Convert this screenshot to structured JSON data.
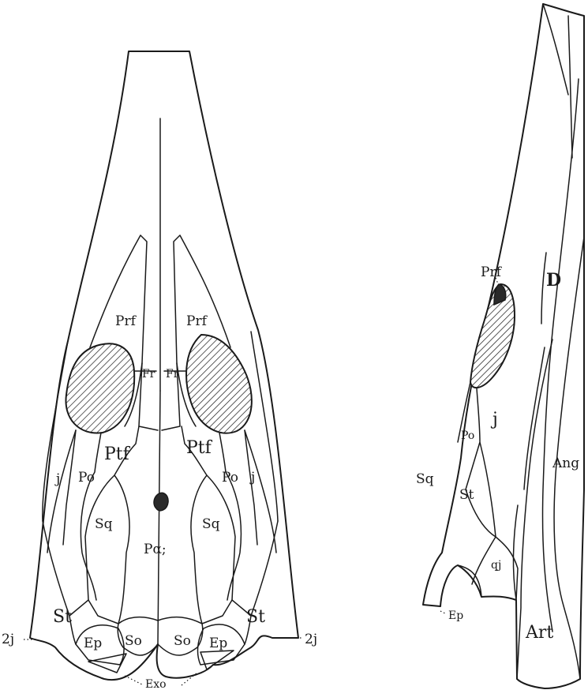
{
  "skull_dorsal": {
    "labels": {
      "prf_left": "Prf",
      "prf_right": "Prf",
      "fr_left": "Fr",
      "fr_right": "Fr",
      "ptf_left": "Ptf",
      "ptf_right": "Ptf",
      "j_left": "j",
      "j_right": "j",
      "po_left": "Po",
      "po_right": "Po",
      "sq_left": "Sq",
      "sq_right": "Sq",
      "pa": "Pα;",
      "st_left": "St",
      "st_right": "St",
      "qj_left": "2j",
      "qj_right": "2j",
      "so_left": "So",
      "so_right": "So",
      "ep_left": "Ep",
      "ep_right": "Ep",
      "exo": "Exo"
    }
  },
  "skull_lateral": {
    "labels": {
      "prf": "Prf",
      "d": "D",
      "j": "j",
      "po": "Po",
      "sq": "Sq",
      "ang": "Ang",
      "st": "St",
      "qj": "qj",
      "ep": "Ep",
      "art": "Art"
    }
  }
}
